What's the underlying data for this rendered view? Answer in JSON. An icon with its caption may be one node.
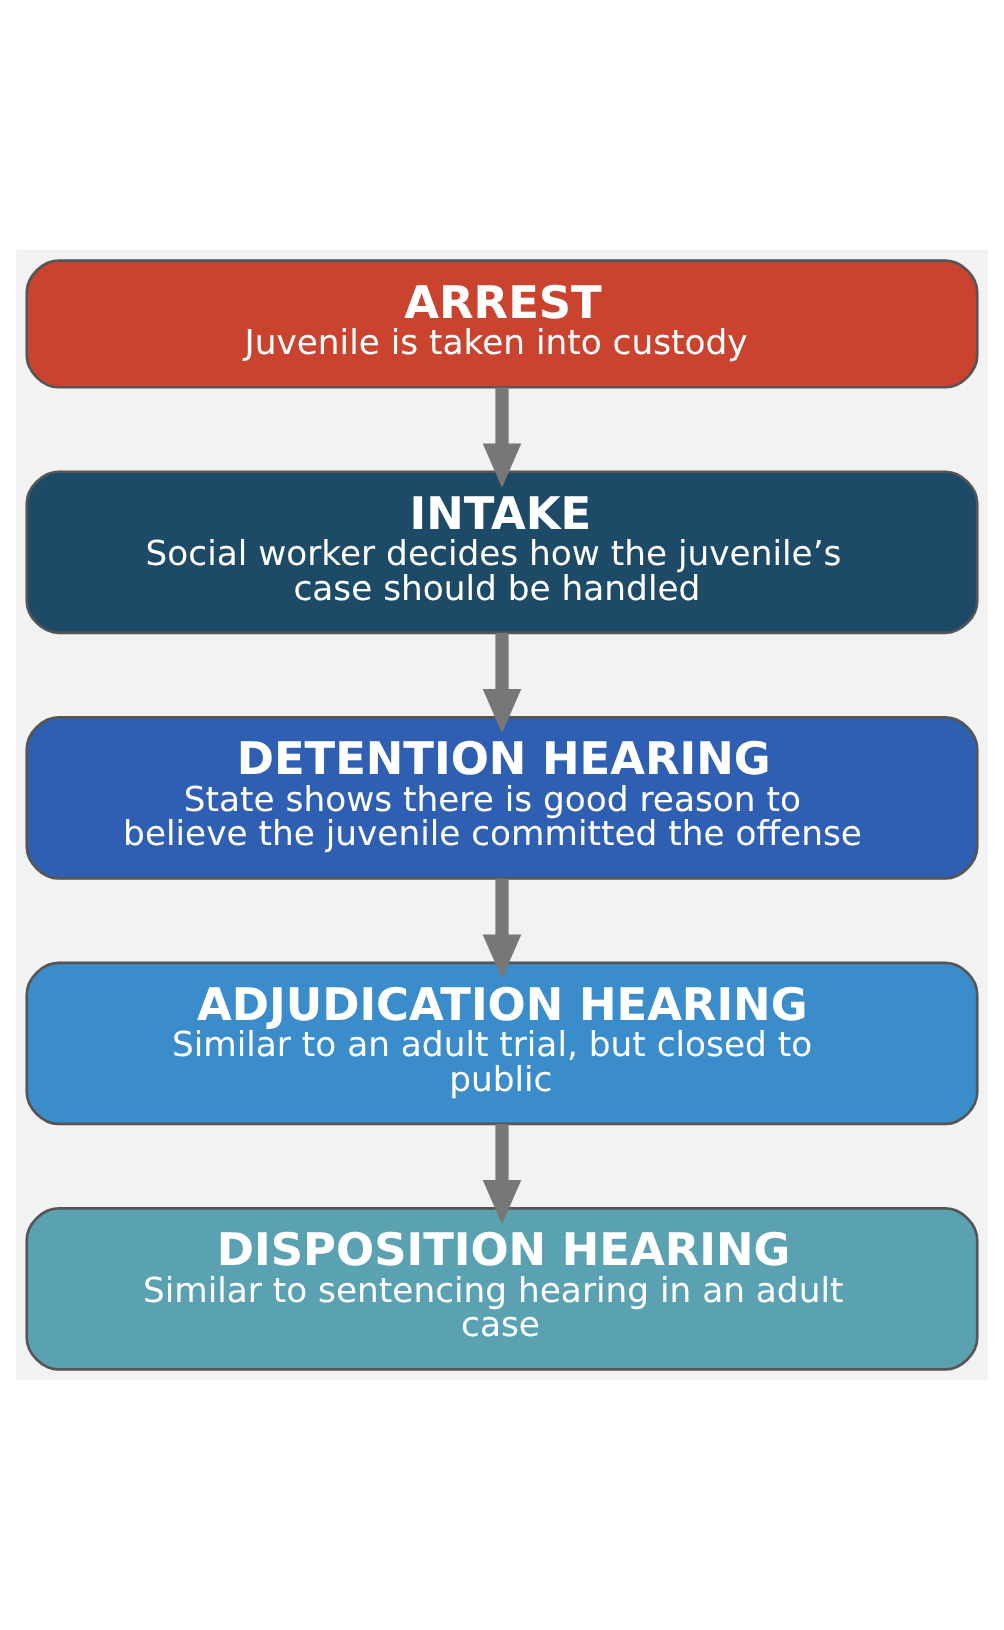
{
  "diagram": {
    "nodes": [
      {
        "text": [
          "ARREST",
          "Juvenile is taken into custody"
        ]
      },
      {
        "text": [
          "INTAKE",
          "Social worker decides how the juvenile’s case should be handled"
        ]
      },
      {
        "text": [
          "DETENTION HEARING",
          "State shows there is good reason to believe the juvenile committed the offense"
        ]
      },
      {
        "text": [
          "ADJUDICATION HEARING",
          "Similar to an adult trial, but closed to public"
        ]
      },
      {
        "text": [
          "DISPOSITION HEARING",
          "Similar to sentencing hearing in an adult case"
        ]
      }
    ],
    "edges": [
      {
        "from": 0,
        "to": 1,
        "arrow": "to"
      },
      {
        "from": 1,
        "to": 2,
        "arrow": "to"
      },
      {
        "from": 2,
        "to": 3,
        "arrow": "to"
      },
      {
        "from": 3,
        "to": 4,
        "arrow": "to"
      }
    ]
  }
}
